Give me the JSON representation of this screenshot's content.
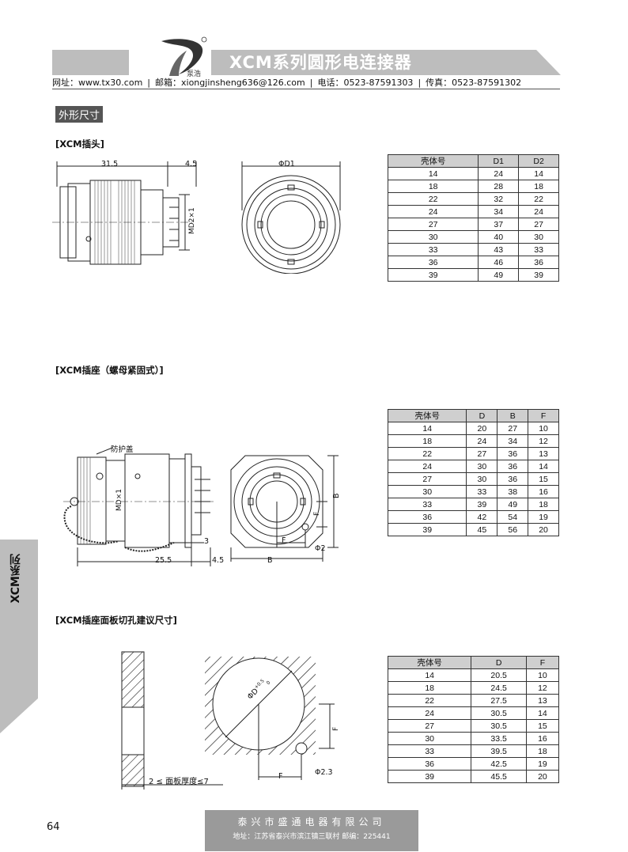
{
  "header": {
    "title": "XCM系列圆形电连接器",
    "logo_text": "泵浩",
    "contact": {
      "website": "网址：www.tx30.com",
      "email": "邮箱：xiongjinsheng636@126.com",
      "phone": "电话：0523-87591303",
      "fax": "传真：0523-87591302"
    }
  },
  "section_title": "外形尺寸",
  "plug": {
    "title": "[XCM插头]",
    "dims": {
      "length": "31.5",
      "tail": "4.5",
      "thread": "MD2×1",
      "diameter": "ΦD1"
    },
    "table": {
      "headers": [
        "壳体号",
        "D1",
        "D2"
      ],
      "rows": [
        [
          "14",
          "24",
          "14"
        ],
        [
          "18",
          "28",
          "18"
        ],
        [
          "22",
          "32",
          "22"
        ],
        [
          "24",
          "34",
          "24"
        ],
        [
          "27",
          "37",
          "27"
        ],
        [
          "30",
          "40",
          "30"
        ],
        [
          "33",
          "43",
          "33"
        ],
        [
          "36",
          "46",
          "36"
        ],
        [
          "39",
          "49",
          "39"
        ]
      ]
    }
  },
  "socket": {
    "title": "[XCM插座（螺母紧固式）]",
    "dims": {
      "cap_label": "防护盖",
      "thread": "MD×1",
      "length": "25.5",
      "tail": "4.5",
      "flange": "3",
      "b": "B",
      "f": "F",
      "hole": "Φ2"
    },
    "table": {
      "headers": [
        "壳体号",
        "D",
        "B",
        "F"
      ],
      "rows": [
        [
          "14",
          "20",
          "27",
          "10"
        ],
        [
          "18",
          "24",
          "34",
          "12"
        ],
        [
          "22",
          "27",
          "36",
          "13"
        ],
        [
          "24",
          "30",
          "36",
          "14"
        ],
        [
          "27",
          "30",
          "36",
          "15"
        ],
        [
          "30",
          "33",
          "38",
          "16"
        ],
        [
          "33",
          "39",
          "49",
          "18"
        ],
        [
          "36",
          "42",
          "54",
          "19"
        ],
        [
          "39",
          "45",
          "56",
          "20"
        ]
      ]
    }
  },
  "cutout": {
    "title": "[XCM插座面板切孔建议尺寸]",
    "dims": {
      "thickness": "2 ≤ 面板厚度≤7",
      "diameter": "ΦD",
      "tol_plus": "+0.5",
      "tol_zero": "0",
      "f": "F",
      "hole": "Φ2.3"
    },
    "table": {
      "headers": [
        "壳体号",
        "D",
        "F"
      ],
      "rows": [
        [
          "14",
          "20.5",
          "10"
        ],
        [
          "18",
          "24.5",
          "12"
        ],
        [
          "22",
          "27.5",
          "13"
        ],
        [
          "24",
          "30.5",
          "14"
        ],
        [
          "27",
          "30.5",
          "15"
        ],
        [
          "30",
          "33.5",
          "16"
        ],
        [
          "33",
          "39.5",
          "18"
        ],
        [
          "36",
          "42.5",
          "19"
        ],
        [
          "39",
          "45.5",
          "20"
        ]
      ]
    }
  },
  "side_tab": "XCM系列",
  "page_number": "64",
  "footer": {
    "company": "泰兴市盛通电器有限公司",
    "address": "地址：江苏省泰兴市滨江镇三联村 邮编：225441"
  }
}
